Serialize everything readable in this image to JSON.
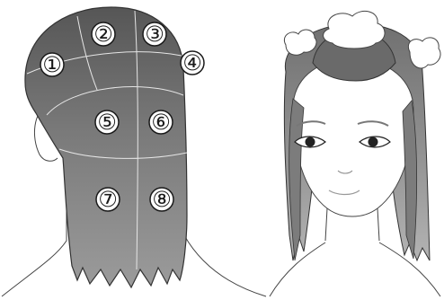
{
  "sections": [
    {
      "label": "①"
    },
    {
      "label": "②"
    },
    {
      "label": "③"
    },
    {
      "label": "④"
    },
    {
      "label": "⑤"
    },
    {
      "label": "⑥"
    },
    {
      "label": "⑦"
    },
    {
      "label": "⑧"
    }
  ]
}
